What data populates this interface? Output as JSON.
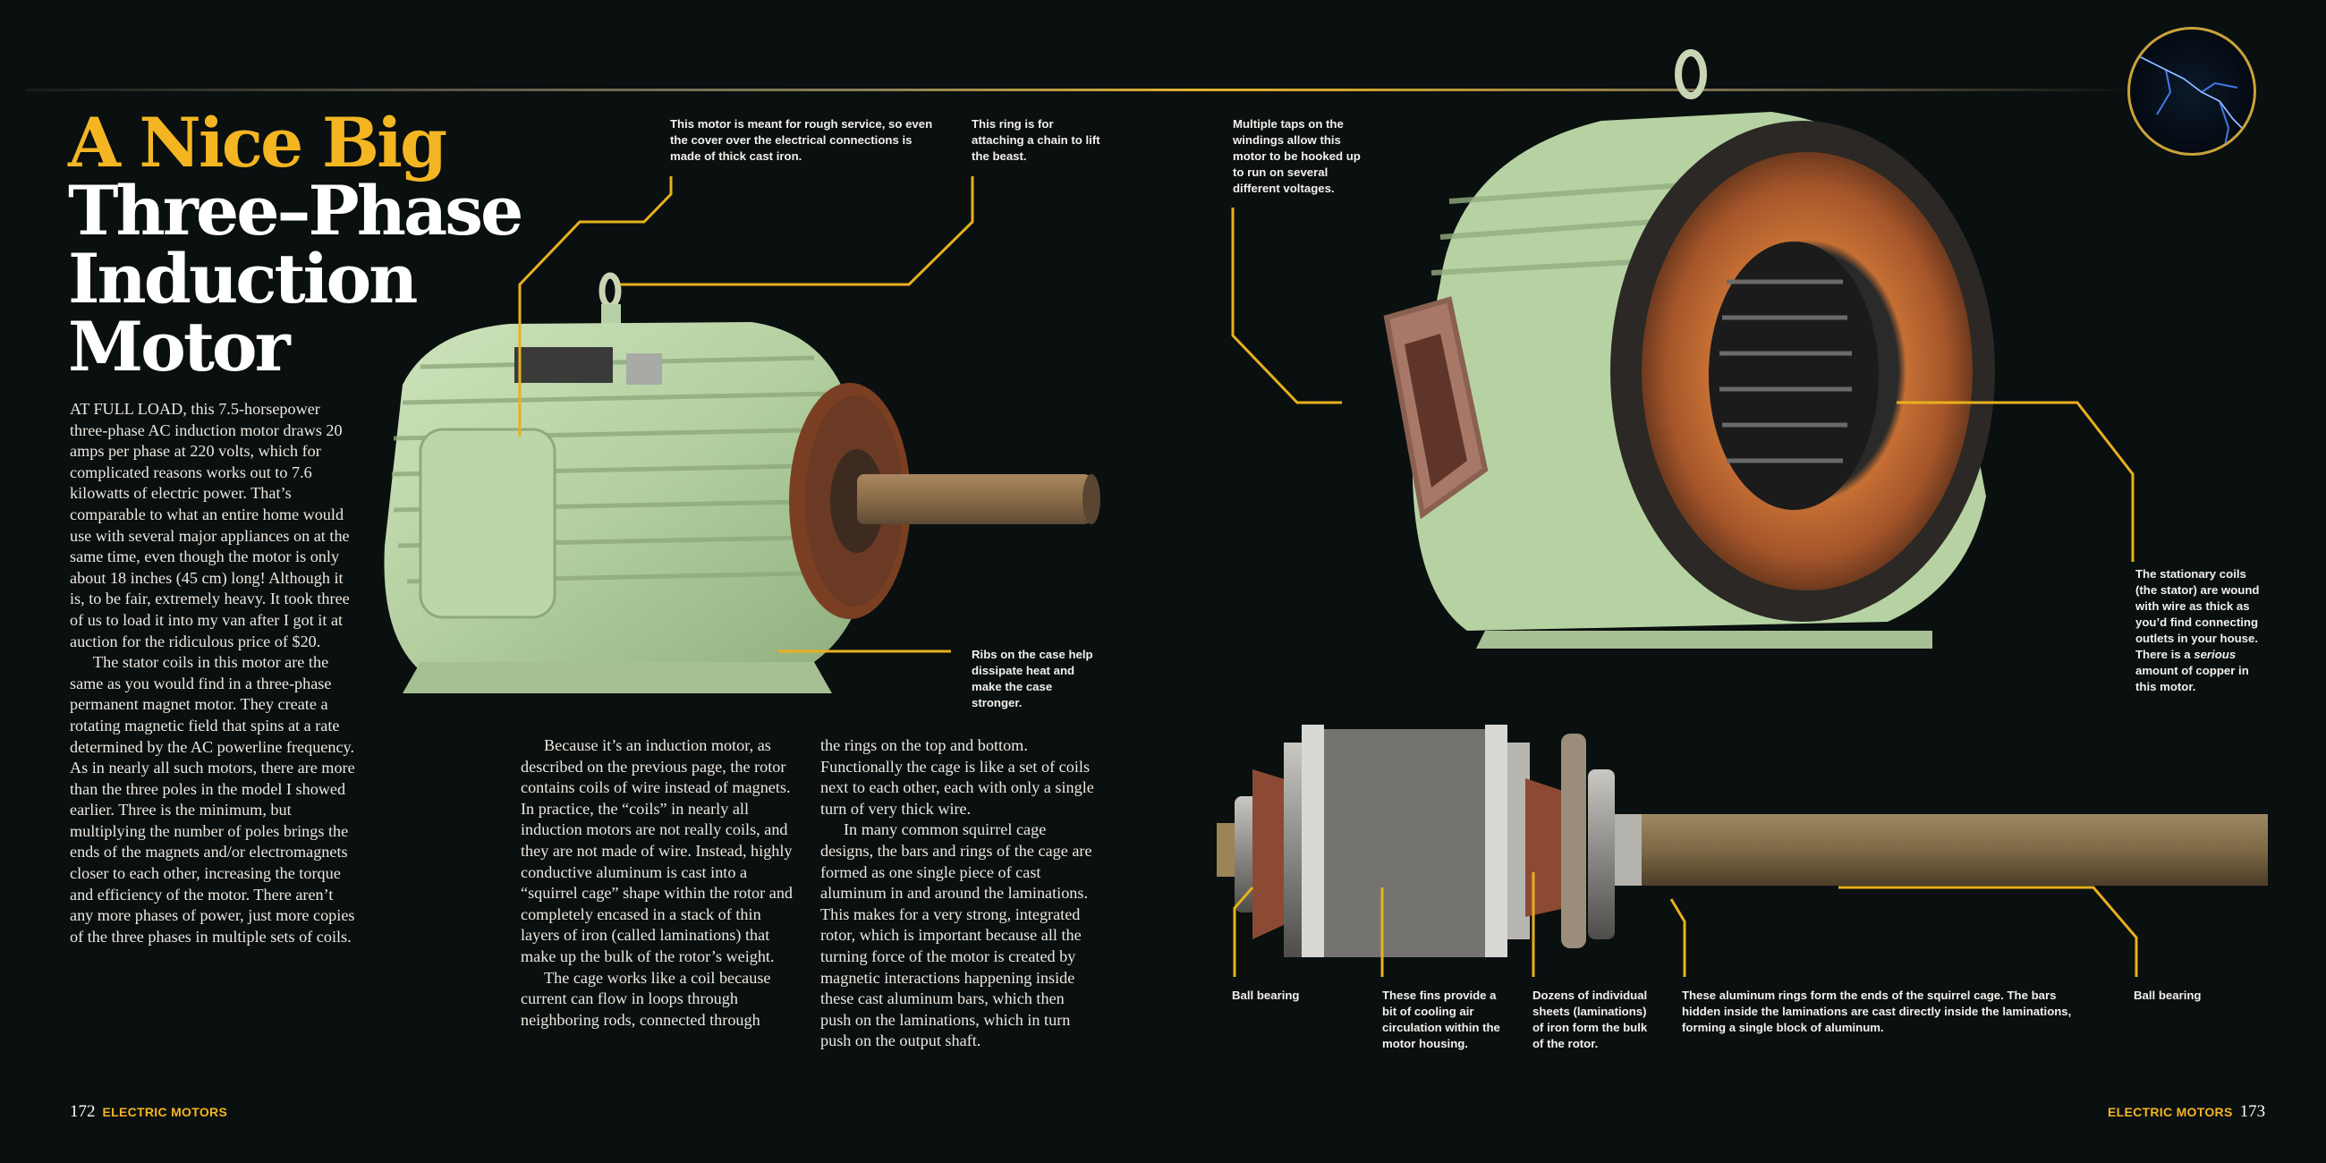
{
  "header": {
    "title_line1": "A Nice Big",
    "title_line2": "Three–Phase",
    "title_line3": "Induction",
    "title_line4": "Motor"
  },
  "body": {
    "col1": [
      "AT FULL LOAD, this 7.5-horsepower three-phase AC induction motor draws 20 amps per phase at 220 volts, which for complicated reasons works out to 7.6 kilowatts of electric power. That’s comparable to what an entire home would use with several major appliances on at the same time, even though the motor is only about 18 inches (45 cm) long! Although it is, to be fair, extremely heavy. It took three of us to load it into my van after I got it at auction for the ridiculous price of $20.",
      "The stator coils in this motor are the same as you would find in a three-phase permanent magnet motor. They create a rotating magnetic field that spins at a rate determined by the AC powerline frequency. As in nearly all such motors, there are more than the three poles in the model I showed earlier. Three is the minimum, but multiplying the number of poles brings the ends of the magnets and/or electromagnets closer to each other, increasing the torque and efficiency of the motor. There aren’t any more phases of power, just more copies of the three phases in multiple sets of coils."
    ],
    "col2": [
      "Because it’s an induction motor, as described on the previous page, the rotor contains coils of wire instead of magnets. In practice, the “coils” in nearly all induction motors are not really coils, and they are not made of wire. Instead, highly conductive aluminum is cast into a “squirrel cage” shape within the rotor and completely encased in a stack of thin layers of iron (called laminations) that make up the bulk of the rotor’s weight.",
      "The cage works like a coil because current can flow in loops through neighboring rods, connected through"
    ],
    "col3": [
      "the rings on the top and bottom. Functionally the cage is like a set of coils next to each other, each with only a single turn of very thick wire.",
      "In many common squirrel cage designs, the bars and rings of the cage are formed as one single piece of cast aluminum in and around the laminations. This makes for a very strong, integrated rotor, which is important because all the turning force of the motor is created by magnetic interactions happening inside these cast aluminum bars, which then push on the laminations, which in turn push on the output shaft."
    ]
  },
  "callouts": {
    "cast_iron_cover": "This motor is meant for rough service, so even the cover over the electrical connections is made of thick cast iron.",
    "lifting_ring": "This ring is for attaching a chain to lift the beast.",
    "ribs": "Ribs on the case help dissipate heat and make the case stronger.",
    "taps": "Multiple taps on the windings allow this motor to be hooked up to run on several different voltages.",
    "stator": "The stationary coils (the stator) are wound with wire as thick as you’d find connecting outlets in your house. There is a serious amount of copper in this motor.",
    "ball_bearing_left": "Ball bearing",
    "fins": "These fins provide a bit of cooling air circulation within the motor housing.",
    "laminations": "Dozens of individual sheets (laminations) of iron form the bulk of the rotor.",
    "aluminum_rings": "These aluminum rings form the ends of the squirrel cage. The bars hidden inside the laminations are cast directly inside the laminations, forming a single block of aluminum.",
    "ball_bearing_right": "Ball bearing"
  },
  "footer": {
    "left_page_number": "172",
    "left_section": "ELECTRIC MOTORS",
    "right_section": "ELECTRIC MOTORS",
    "right_page_number": "173"
  },
  "colors": {
    "background": "#0a0f0f",
    "accent_gold": "#f3b521",
    "leader_line": "#e8b01e",
    "motor_green": "#b8d3a6",
    "copper": "#b8642c"
  }
}
